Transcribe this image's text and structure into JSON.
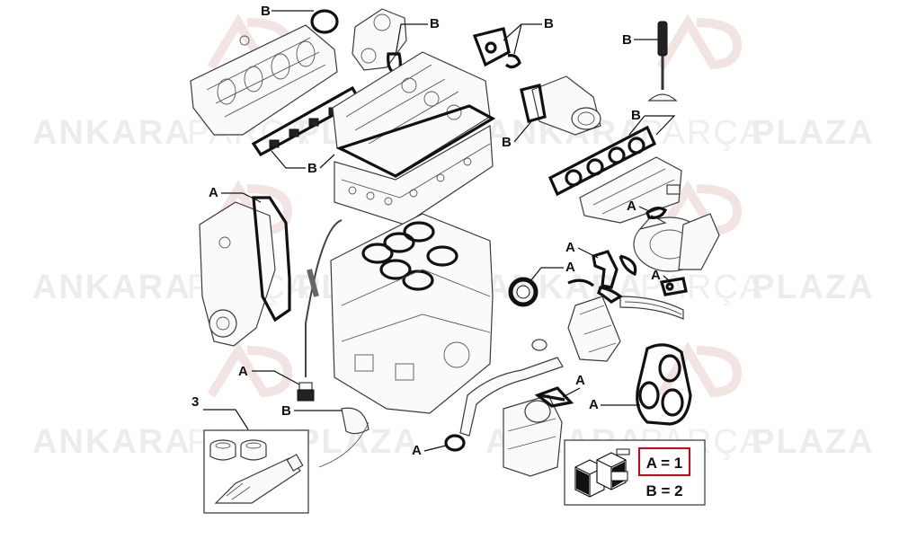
{
  "watermark": {
    "word1": "ANKARA",
    "word2": "PARÇA",
    "word3": "PLAZA"
  },
  "labels": {
    "a": "A",
    "b": "B",
    "three": "3"
  },
  "legend": {
    "a_entry": "A = 1",
    "b_entry": "B = 2",
    "highlight_color": "#d0021b"
  }
}
